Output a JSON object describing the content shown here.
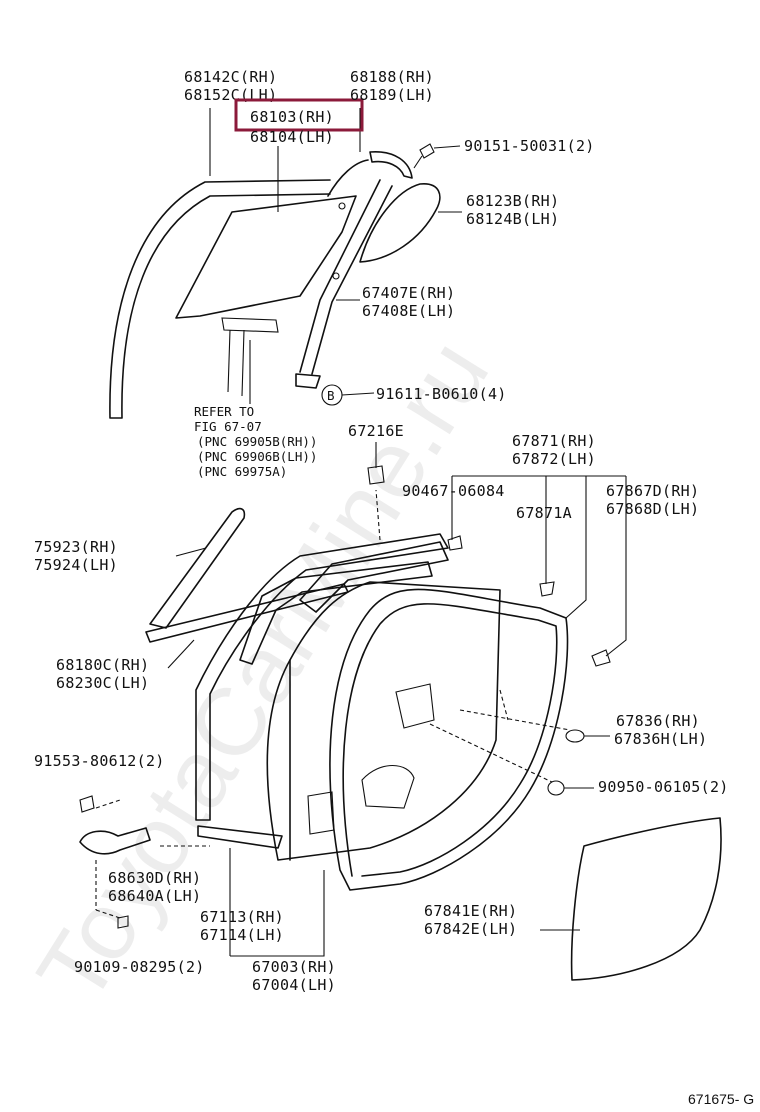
{
  "diagram": {
    "watermark": "ToyotaCarMine.ru",
    "figure_id": "671675- G",
    "highlight_color": "#8b1a3a",
    "labels": {
      "l_68142c": "68142C(RH)",
      "l_68152c": "68152C(LH)",
      "l_68103": "68103(RH)",
      "l_68104": "68104(LH)",
      "l_68188": "68188(RH)",
      "l_68189": "68189(LH)",
      "l_90151": "90151-50031(2)",
      "l_68123b": "68123B(RH)",
      "l_68124b": "68124B(LH)",
      "l_67407e": "67407E(RH)",
      "l_67408e": "67408E(LH)",
      "l_91611": "91611-B0610(4)",
      "l_circle_b": "B",
      "l_refer1": "REFER TO",
      "l_refer2": "FIG  67-07",
      "l_refer3": "(PNC 69905B(RH))",
      "l_refer4": "(PNC 69906B(LH))",
      "l_refer5": "(PNC 69975A)",
      "l_67216e": "67216E",
      "l_67871": "67871(RH)",
      "l_67872": "67872(LH)",
      "l_90467": "90467-06084",
      "l_67867d": "67867D(RH)",
      "l_67868d": "67868D(LH)",
      "l_67871a": "67871A",
      "l_75923": "75923(RH)",
      "l_75924": "75924(LH)",
      "l_68180c": "68180C(RH)",
      "l_68230c": "68230C(LH)",
      "l_67836": "67836(RH)",
      "l_67836h": "67836H(LH)",
      "l_91553": "91553-80612(2)",
      "l_90950": "90950-06105(2)",
      "l_68630d": "68630D(RH)",
      "l_68640a": "68640A(LH)",
      "l_67113": "67113(RH)",
      "l_67114": "67114(LH)",
      "l_67841e": "67841E(RH)",
      "l_67842e": "67842E(LH)",
      "l_90109": "90109-08295(2)",
      "l_67003": "67003(RH)",
      "l_67004": "67004(LH)"
    }
  }
}
